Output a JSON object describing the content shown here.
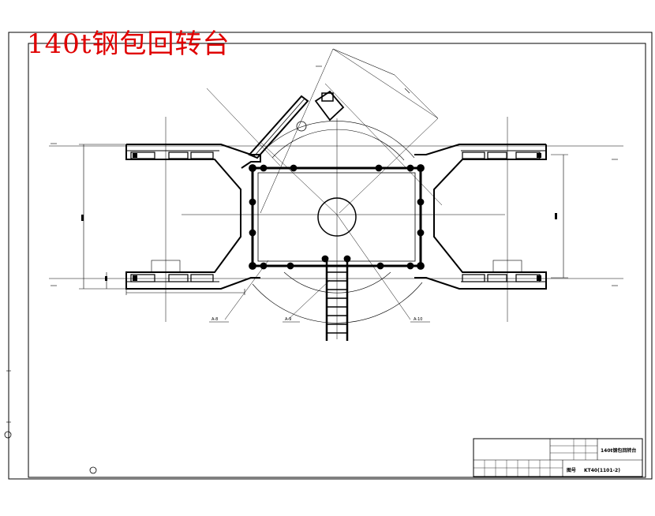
{
  "title": "140t钢包回转台",
  "labels": {
    "a8": "A-8",
    "a9": "A-9",
    "a10": "A-10"
  },
  "title_block": {
    "drawing_name": "140t钢包回转台",
    "drawing_no_label": "图号",
    "drawing_no": "KT40(1101-2)"
  },
  "colors": {
    "title": "#e00000",
    "line": "#000000"
  }
}
